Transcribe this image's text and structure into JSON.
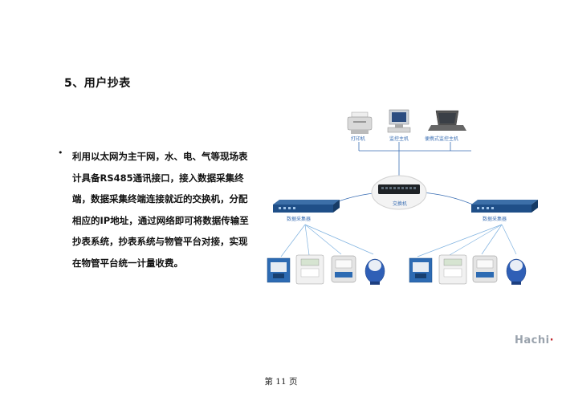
{
  "section": {
    "title": "5、用户抄表"
  },
  "bullet": {
    "marker": "•",
    "lines": [
      "利用以太网为主干网，水、电、气等现场表",
      "计具备RS485通讯接口，接入数据采集终",
      "端，数据采集终端连接就近的交换机，分配",
      "相应的IP地址，通过网络即可将数据传输至",
      "抄表系统，抄表系统与物管平台对接，实现",
      "在物管平台统一计量收费。"
    ]
  },
  "diagram": {
    "printer_label": "打印机",
    "host_label": "监控主机",
    "laptop_label": "便携式监控主机",
    "switch_label": "交换机",
    "collector_left_label": "数据采集器",
    "collector_right_label": "数据采集器",
    "accent_color": "#3b6fb4"
  },
  "brand": {
    "name": "Hachi",
    "dot": "·"
  },
  "footer": {
    "page": "第 11 页"
  }
}
